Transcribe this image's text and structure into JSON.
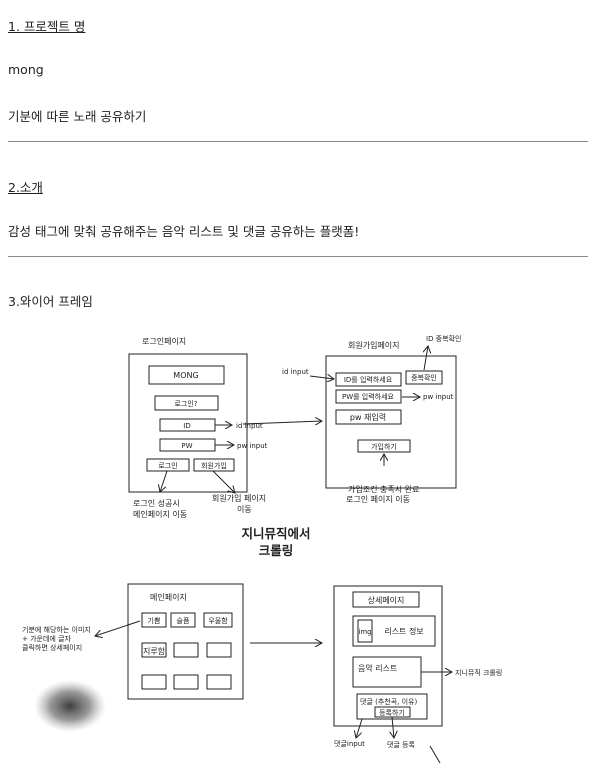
{
  "sections": {
    "s1_title": "1. 프로젝트 명",
    "s1_name": "mong",
    "s1_desc": "기분에 따른 노래 공유하기",
    "s2_title": "2.소개",
    "s2_desc": "감성 태그에 맞춰 공유해주는 음악 리스트 및 댓글 공유하는 플랫폼!",
    "s3_title": "3.와이어 프레임"
  },
  "wireframe": {
    "login_title": "로그인페이지",
    "login_logo": "MONG",
    "login_question": "로그인?",
    "login_id_box": "ID",
    "login_pw_box": "PW",
    "login_btn": "로그인",
    "signup_btn": "회원가입",
    "id_input": "id input",
    "pw_input": "pw input",
    "login_success": "로그인 성공시",
    "login_success2": "메인페이지 이동",
    "signup_move": "회원가입 페이지",
    "signup_move2": "이동",
    "signup_title": "회원가입페이지",
    "id_dup_check": "ID 중복확인",
    "signup_id_input": "id input",
    "signup_id_box": "ID를 입력하세요",
    "signup_dup_btn": "중복확인",
    "signup_pw_box": "PW를 입력하세요",
    "signup_pw_input": "pw input",
    "signup_pw_re": "pw 재입력",
    "signup_submit": "가입하기",
    "signup_complete": "가입조건 충족시 완료",
    "signup_complete2": "로그인 페이지 이동",
    "genie_crawl": "지니뮤직에서",
    "genie_crawl2": "크롤링",
    "main_title": "메인페이지",
    "main_tag1": "기쁨",
    "main_tag2": "슬픔",
    "main_tag3": "우울함",
    "main_tag4": "지루함",
    "mood_note": "기분에 해당하는 이미지",
    "mood_note2": "+ 가운데에 글자",
    "mood_note3": "클릭하면 상세페이지",
    "detail_title": "상세페이지",
    "detail_img": "img",
    "detail_list_info": "리스트 정보",
    "detail_music_list": "음악 리스트",
    "detail_genie_crawl": "지니뮤직 크롤링",
    "detail_comment": "댓글 (추천곡, 이유)",
    "detail_register": "등록하기",
    "comment_input": "댓글input",
    "comment_register": "댓글 등록"
  }
}
